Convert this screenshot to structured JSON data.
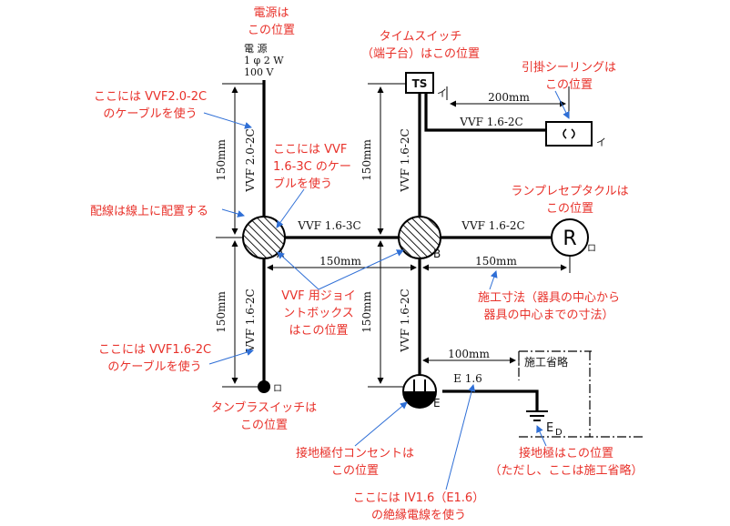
{
  "annotations": {
    "power_note": [
      "電源は",
      "この位置"
    ],
    "power_spec": [
      "電 源",
      "1 φ 2 W",
      "100 V"
    ],
    "vvf20_note": [
      "ここには VVF2.0-2C",
      "のケーブルを使う"
    ],
    "vvf16_3c_note": [
      "ここには VVF",
      "1.6-3C のケー",
      "ブルを使う"
    ],
    "on_line_note": "配線は線上に配置する",
    "timeswitch_note": [
      "タイムスイッチ",
      "（端子台）はこの位置"
    ],
    "ceiling_note": [
      "引掛シーリングは",
      "この位置"
    ],
    "lamp_note": [
      "ランプレセプタクルは",
      "この位置"
    ],
    "joint_note": [
      "VVF 用ジョイ",
      "ントボックス",
      "はこの位置"
    ],
    "dimension_note": [
      "施工寸法（器具の中心から",
      "器具の中心までの寸法）"
    ],
    "vvf16_2c_note": [
      "ここには VVF1.6-2C",
      "のケーブルを使う"
    ],
    "tumbler_note": [
      "タンブラスイッチは",
      "この位置"
    ],
    "outlet_note": [
      "接地極付コンセントは",
      "この位置"
    ],
    "ground_note": [
      "接地極はこの位置",
      "（ただし、ここは施工省略）"
    ],
    "iv_note": [
      "ここには IV1.6（E1.6）",
      "の絶縁電線を使う"
    ]
  },
  "labels": {
    "vvf20_2c": "VVF 2.0-2C",
    "vvf16_2c_left": "VVF 1.6-2C",
    "vvf16_3c": "VVF 1.6-3C",
    "vvf16_2c_mid": "VVF 1.6-2C",
    "vvf16_2c_ts": "VVF 1.6-2C",
    "vvf16_2c_b_top": "VVF 1.6-2C",
    "vvf16_2c_b_bottom": "VVF 1.6-2C",
    "e16": "E 1.6",
    "ts": "TS",
    "r": "R",
    "box_a": "A",
    "box_b": "B",
    "outlet_e": "E",
    "ground_ed": "E",
    "ground_ed_sub": "D",
    "i_mark_ts": "イ",
    "i_mark_ceiling": "イ",
    "ro_switch": "ロ",
    "ro_lamp": "ロ",
    "omitted": "施工省略"
  },
  "dimensions": {
    "left_top": "150mm",
    "left_bottom": "150mm",
    "mid_top": "150mm",
    "mid_bottom": "150mm",
    "a_to_b": "150mm",
    "b_to_r": "150mm",
    "ts_to_ceiling": "200mm",
    "b_to_ground": "100mm"
  },
  "colors": {
    "annotation": "#e8312a",
    "leader": "#2f6fd6",
    "wire": "#000000"
  }
}
